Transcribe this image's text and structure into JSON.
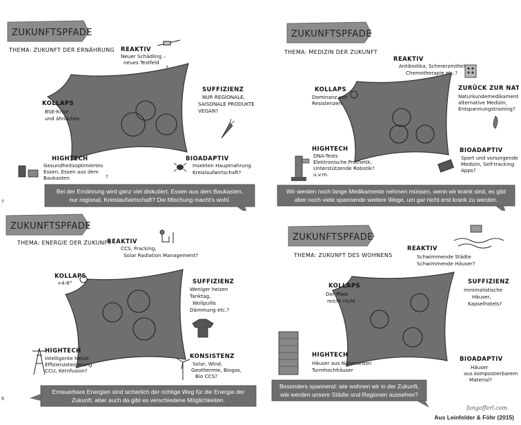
{
  "banner_title": "ZUKUNFTSPFADE",
  "labels": {
    "reaktiv": "REAKTIV",
    "suffizienz": "SUFFIZIENZ",
    "kollaps": "KOLLAPS",
    "hightech": "HIGHTECH",
    "bioadaptiv": "BIOADAPTIV",
    "zurueck": "ZURÜCK ZUR NATUR",
    "konsistenz": "KONSISTENZ"
  },
  "page_numbers": {
    "top": "7",
    "bottom": "9"
  },
  "panels": {
    "ernaehrung": {
      "theme": "THEMA: ZUKUNFT DER ERNÄHRUNG",
      "reaktiv_note": [
        "Neuer Schädling –",
        "neues Testfeld"
      ],
      "suffizienz_note": [
        "NUR REGIONALE,",
        "SAISONALE PRODUKTE",
        "VEGAN?"
      ],
      "kollaps_note": [
        "BSE-Krise",
        "und ähnliches"
      ],
      "hightech_note": [
        "Gesundheitsoptimiertes",
        "Essen, Essen aus dem",
        "Baukasten"
      ],
      "bioadaptiv_note": [
        "Insekten Hauptnahrung",
        "Kreislaufwirtschaft?"
      ],
      "caption": [
        "Bei der Ernährung wird ganz viel diskutiert. Essen aus dem Baukasten,",
        "nur regional, Kreislaufwirtschaft? Die Mischung macht's wohl."
      ]
    },
    "medizin": {
      "theme": "THEMA: MEDIZIN DER ZUKUNFT",
      "reaktiv_note": [
        "Antibiotika, Schmerzmittel,",
        "Chemotherapie etc.?"
      ],
      "zurueck_note": [
        "Naturkundemedikamente,",
        "alternative Medizin,",
        "Entspannungstraining?"
      ],
      "kollaps_note": [
        "Dominanz von",
        "Resistenzen"
      ],
      "hightech_note": [
        "DNA-Tests",
        "Elektronische Prothetik,",
        "Unterstützende Robotik?",
        "u.v.m."
      ],
      "bioadaptiv_note": [
        "Sport und vorsorgende",
        "Medizin, Self-tracking",
        "Apps?"
      ],
      "caption": [
        "Wir werden noch lange Medikamente nehmen müssen, wenn wir krank sind, es gibt",
        "aber noch viele spannende weitere Wege, um gar nicht erst krank zu werden."
      ]
    },
    "energie": {
      "theme": "THEMA: ENERGIE DER ZUKUNFT",
      "reaktiv_note": [
        "CCS, Fracking,",
        "Solar Radiation Management?"
      ],
      "suffizienz_note": [
        "Weniger heizen",
        "Tanktag,",
        "Wollpullis",
        "Dämmung etc.?"
      ],
      "kollaps_note": [
        "+4-6°"
      ],
      "hightech_note": [
        "Intelligente Netze",
        "Effizienzsteigerung",
        "CCU, Kernfusion?"
      ],
      "konsistenz_note": [
        "Solar, Wind,",
        "Geothermie, Biogas,",
        "Bio CCS?"
      ],
      "caption": [
        "Erneuerbare Energien sind sicherlich der richtige Weg für die Energie der",
        "Zukunft, aber auch da gibt es verschiedene Möglichkeiten."
      ]
    },
    "wohnen": {
      "theme": "THEMA: ZUKUNFT DES WOHNENS",
      "reaktiv_note": [
        "Schwimmende Städte",
        "Schwimmende Häuser?"
      ],
      "suffizienz_note": [
        "minimalistische",
        "Häuser,",
        "Kapselhotels?"
      ],
      "kollaps_note": [
        "Der Platz",
        "reicht nicht"
      ],
      "hightech_note": [
        "Häuser aus Nanocarbon",
        "Turmhochhäuser"
      ],
      "bioadaptiv_note": [
        "Häuser",
        "aus kompostierbarem",
        "Material?"
      ],
      "caption": [
        "Besonders spannend: wie wohnen wir in der Zukunft,",
        "wie werden unsere Städte und Regionen aussehen?"
      ]
    }
  },
  "signature": "fangofferl.com",
  "credit": "Aus Leinfelder & Föhr (2015)",
  "colors": {
    "shape": "#7a7a7a",
    "banner": "#8c8c8c",
    "caption_box": "#6e6e6e",
    "ink": "#111111"
  }
}
